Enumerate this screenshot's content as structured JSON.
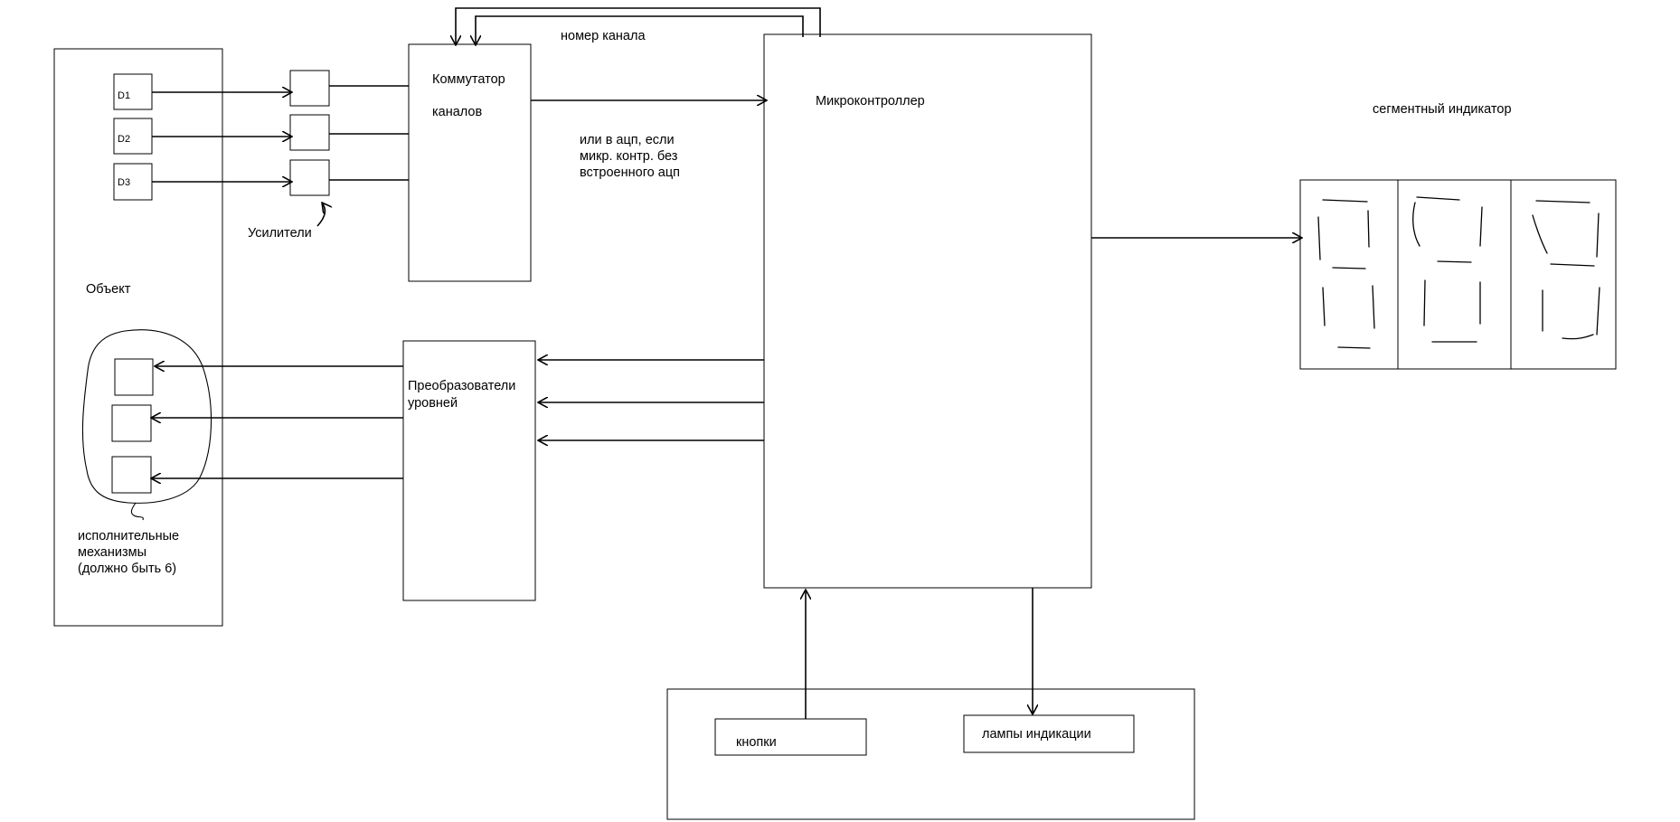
{
  "labels": {
    "object": "Объект",
    "sensor_1": "D1",
    "sensor_2": "D2",
    "sensor_3": "D3",
    "amplifiers": "Усилители",
    "commutator_line1": "Коммутатор",
    "commutator_line2": "каналов",
    "channel_number": "номер канала",
    "adc_note_line1": "или в ацп, если",
    "adc_note_line2": "микр. контр. без",
    "adc_note_line3": "встроенного ацп",
    "microcontroller": "Микроконтроллер",
    "segment_indicator": "сегментный индикатор",
    "level_converters_line1": "Преобразователи",
    "level_converters_line2": "уровней",
    "actuators_line1": "исполнительные",
    "actuators_line2": "механизмы",
    "actuators_line3": "(должно быть 6)",
    "buttons": "кнопки",
    "lamps": "лампы индикации"
  },
  "colors": {
    "stroke": "#000000",
    "background": "#ffffff"
  }
}
